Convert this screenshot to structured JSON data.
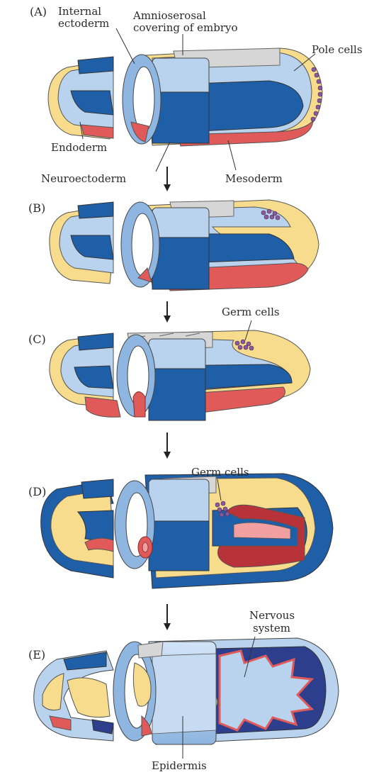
{
  "panels": [
    {
      "id": "A",
      "label": "(A)"
    },
    {
      "id": "B",
      "label": "(B)"
    },
    {
      "id": "C",
      "label": "(C)"
    },
    {
      "id": "D",
      "label": "(D)"
    },
    {
      "id": "E",
      "label": "(E)"
    }
  ],
  "labels": {
    "internal_ectoderm_1": "Internal",
    "internal_ectoderm_2": "ectoderm",
    "amnioserosal_1": "Amnioserosal",
    "amnioserosal_2": "covering of embryo",
    "pole_cells": "Pole cells",
    "endoderm": "Endoderm",
    "neuroectoderm": "Neuroectoderm",
    "mesoderm": "Mesoderm",
    "germ_cells_c": "Germ cells",
    "germ_cells_d": "Germ cells",
    "nervous_1": "Nervous",
    "nervous_2": "system",
    "epidermis": "Epidermis"
  },
  "colors": {
    "ectoderm_light": "#b9d3ee",
    "ectoderm_dark": "#1f5fa8",
    "endoderm": "#f6dc8c",
    "mesoderm": "#e05a5a",
    "mesoderm_dark": "#b8323a",
    "amnioserosa": "#d6d6d6",
    "pole_cells": "#8a5a9a",
    "nervous": "#e05a5a",
    "nervous_bg": "#2d3e8c"
  }
}
